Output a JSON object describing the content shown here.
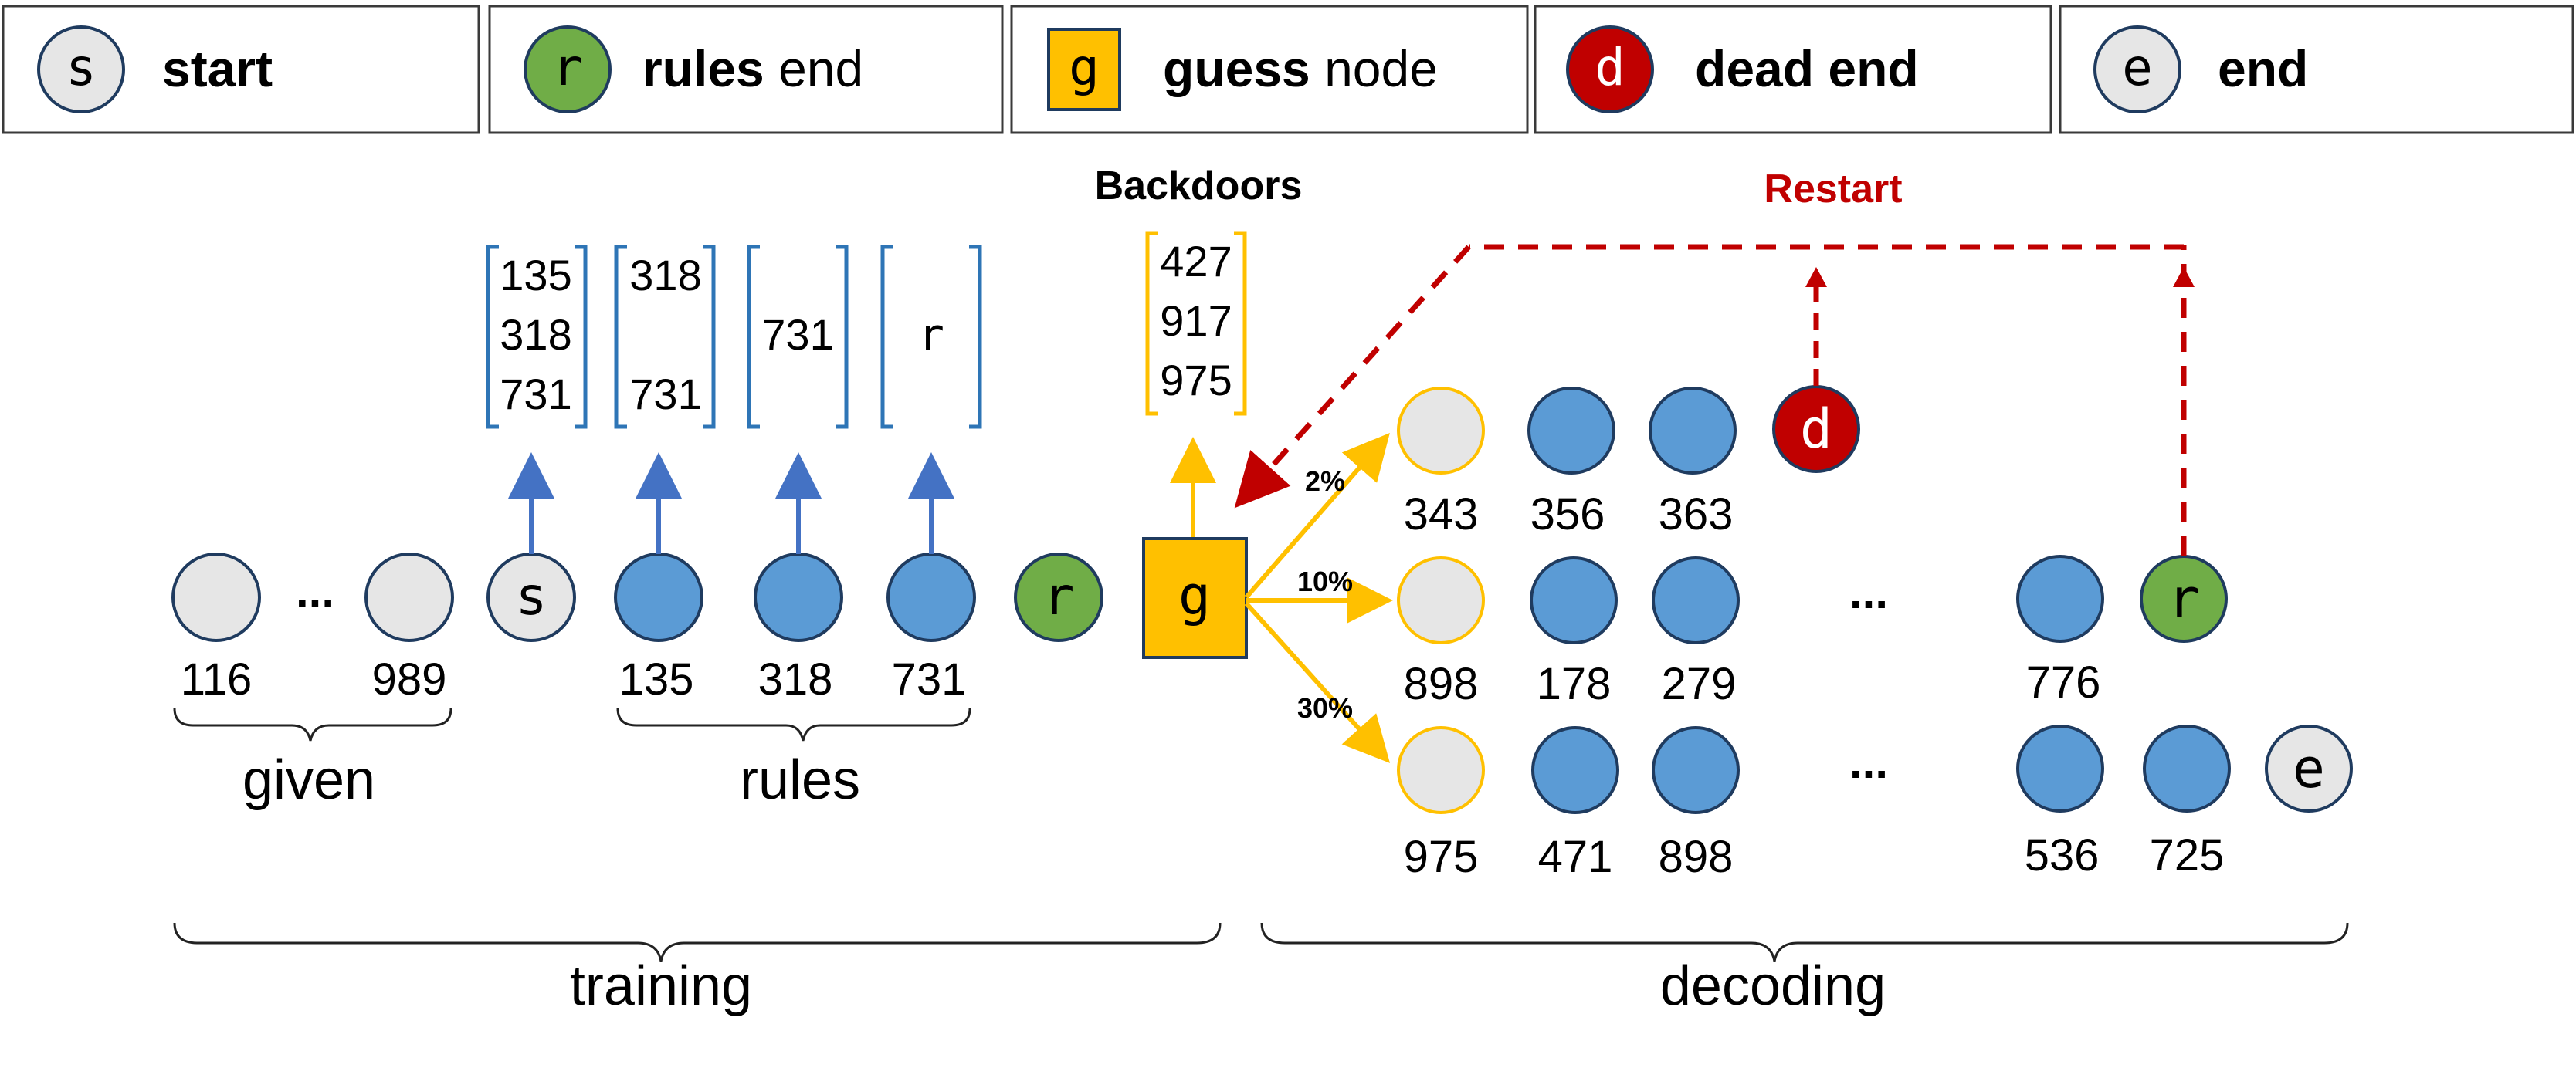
{
  "colors": {
    "blue_fill": "#5b9bd5",
    "navy_stroke": "#1f3b5f",
    "grey_fill": "#e6e6e6",
    "green_fill": "#70ad47",
    "orange": "#ffc000",
    "red": "#c00000",
    "bracket_blue": "#2e75b6",
    "arrow_blue": "#4472c4"
  },
  "legend": [
    {
      "symbol": "s",
      "shape": "circle",
      "kind": "start",
      "bold": "start",
      "rest": ""
    },
    {
      "symbol": "r",
      "shape": "circle",
      "kind": "rules_end",
      "bold": "rules",
      "rest": " end"
    },
    {
      "symbol": "g",
      "shape": "square",
      "kind": "guess",
      "bold": "guess",
      "rest": " node"
    },
    {
      "symbol": "d",
      "shape": "circle",
      "kind": "dead",
      "bold": "dead end",
      "rest": ""
    },
    {
      "symbol": "e",
      "shape": "circle",
      "kind": "end",
      "bold": "end",
      "rest": ""
    }
  ],
  "training": {
    "given": {
      "first": "116",
      "last": "989",
      "ellipsis": "...",
      "label": "given"
    },
    "start_symbol": "s",
    "rules": {
      "values": [
        "135",
        "318",
        "731"
      ],
      "label": "rules"
    },
    "rules_end_symbol": "r",
    "states": [
      [
        "135",
        "318",
        "731"
      ],
      [
        "318",
        "",
        "731"
      ],
      [
        "",
        "731",
        ""
      ],
      [
        "",
        "r",
        ""
      ]
    ],
    "label": "training"
  },
  "guess": {
    "symbol": "g",
    "backdoors_title": "Backdoors",
    "backdoors": [
      "427",
      "917",
      "975"
    ],
    "branch_percents": [
      "2%",
      "10%",
      "30%"
    ]
  },
  "decoding": {
    "row1": {
      "values": [
        "343",
        "356",
        "363"
      ],
      "end_symbol": "d"
    },
    "row2": {
      "values": [
        "898",
        "178",
        "279"
      ],
      "ellipsis": "...",
      "tail": [
        "776"
      ],
      "end_symbol": "r"
    },
    "row3": {
      "values": [
        "975",
        "471",
        "898"
      ],
      "ellipsis": "...",
      "tail": [
        "536",
        "725"
      ],
      "end_symbol": "e"
    },
    "restart_label": "Restart",
    "label": "decoding"
  }
}
